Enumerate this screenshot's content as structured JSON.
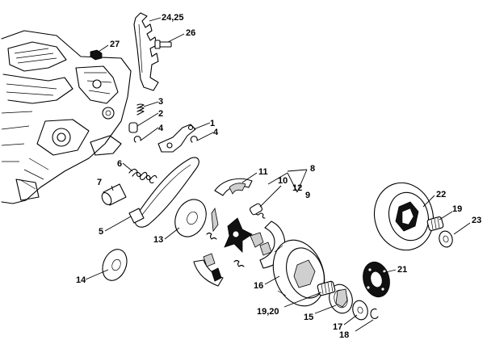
{
  "callouts": [
    {
      "id": "c1",
      "label": "1"
    },
    {
      "id": "c2",
      "label": "2"
    },
    {
      "id": "c3",
      "label": "3"
    },
    {
      "id": "c4a",
      "label": "4"
    },
    {
      "id": "c4b",
      "label": "4"
    },
    {
      "id": "c5",
      "label": "5"
    },
    {
      "id": "c6",
      "label": "6"
    },
    {
      "id": "c7",
      "label": "7"
    },
    {
      "id": "c8",
      "label": "8"
    },
    {
      "id": "c9",
      "label": "9"
    },
    {
      "id": "c10",
      "label": "10"
    },
    {
      "id": "c11",
      "label": "11"
    },
    {
      "id": "c12",
      "label": "12"
    },
    {
      "id": "c13",
      "label": "13"
    },
    {
      "id": "c14",
      "label": "14"
    },
    {
      "id": "c15",
      "label": "15"
    },
    {
      "id": "c16",
      "label": "16"
    },
    {
      "id": "c17",
      "label": "17"
    },
    {
      "id": "c18",
      "label": "18"
    },
    {
      "id": "c19",
      "label": "19"
    },
    {
      "id": "c1920",
      "label": "19,20"
    },
    {
      "id": "c21",
      "label": "21"
    },
    {
      "id": "c22",
      "label": "22"
    },
    {
      "id": "c23",
      "label": "23"
    },
    {
      "id": "c2425",
      "label": "24,25"
    },
    {
      "id": "c26",
      "label": "26"
    },
    {
      "id": "c27",
      "label": "27"
    }
  ]
}
